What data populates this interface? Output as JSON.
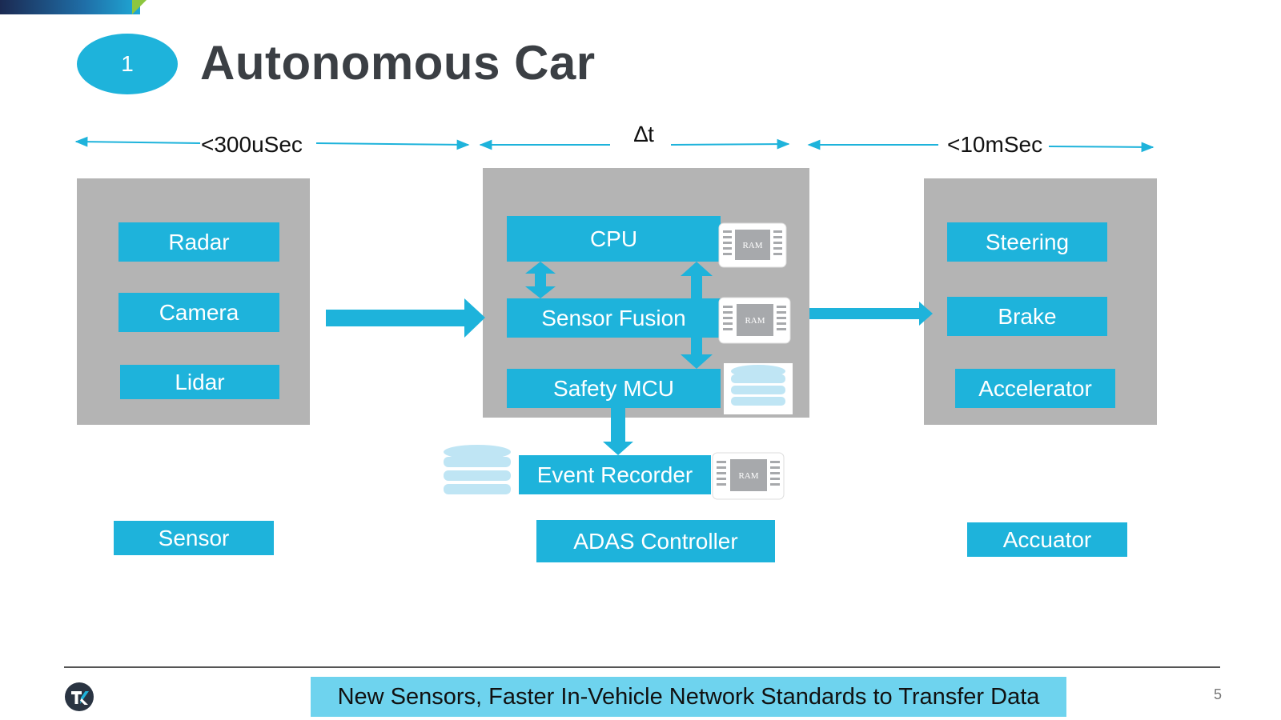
{
  "slide": {
    "badge_number": "1",
    "title": "Autonomous Car",
    "page_number": "5"
  },
  "timing": {
    "sensor_latency": "<300uSec",
    "controller_latency": "∆t",
    "actuator_latency": "<10mSec"
  },
  "sensor_block": {
    "items": [
      "Radar",
      "Camera",
      "Lidar"
    ],
    "caption": "Sensor"
  },
  "controller_block": {
    "items": [
      "CPU",
      "Sensor Fusion",
      "Safety MCU"
    ],
    "event_recorder": "Event Recorder",
    "caption": "ADAS Controller",
    "chip_label": "RAM"
  },
  "actuator_block": {
    "items": [
      "Steering",
      "Brake",
      "Accelerator"
    ],
    "caption": "Accuator"
  },
  "footer": {
    "banner": "New Sensors, Faster In-Vehicle Network Standards to Transfer Data"
  },
  "colors": {
    "accent": "#1eb3db",
    "panel_gray": "#b4b4b4",
    "banner": "#6ed3ee",
    "title": "#3b3f44"
  }
}
